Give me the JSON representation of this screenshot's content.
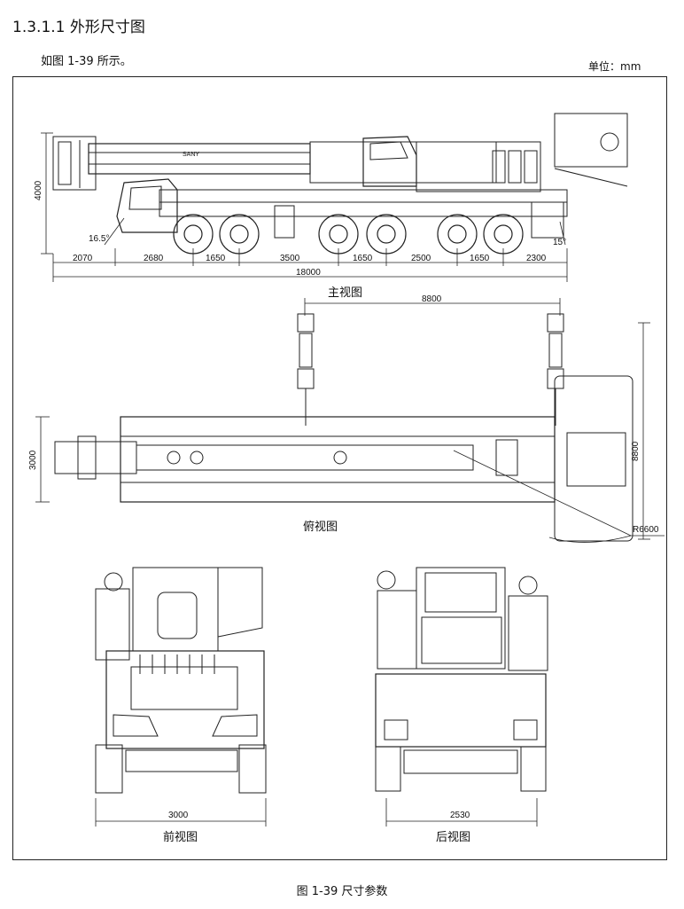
{
  "section": {
    "heading": "1.3.1.1 外形尺寸图",
    "intro": "如图 1-39 所示。",
    "unit": "单位：mm"
  },
  "brand_lettering": "SANY",
  "main_view": {
    "caption": "主视图",
    "height_label": "4000",
    "approach_angle": "16.5°",
    "departure_angle": "15°",
    "segments": [
      "2070",
      "2680",
      "1650",
      "3500",
      "1650",
      "2500",
      "1650",
      "2300"
    ],
    "overall_length": "18000"
  },
  "top_view": {
    "caption": "俯视图",
    "outrigger_span": "8800",
    "outrigger_span_side": "8800",
    "width_label": "3000",
    "radius_label": "R6600"
  },
  "front_view": {
    "caption": "前视图",
    "width_label": "3000"
  },
  "rear_view": {
    "caption": "后视图",
    "width_label": "2530"
  },
  "figure_caption": "图 1-39 尺寸参数"
}
